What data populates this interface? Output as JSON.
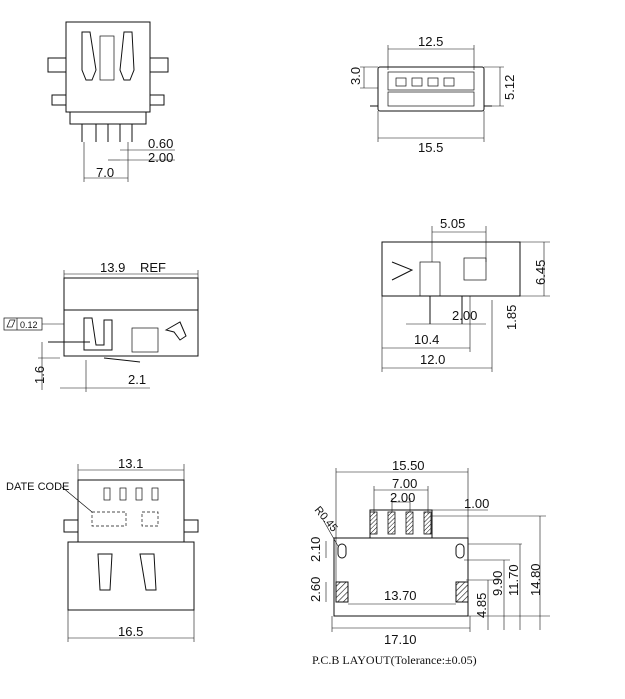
{
  "view1": {
    "pitch": "0.60",
    "pin_width": "2.00",
    "span": "7.0"
  },
  "view2": {
    "width": "12.5",
    "body_width": "15.5",
    "height_left": "3.0",
    "height_right": "5.12"
  },
  "view3": {
    "length_label": "13.9",
    "ref_label": "REF",
    "flatness": "0.12",
    "height": "1.6",
    "offset": "2.1"
  },
  "view4": {
    "top_span": "5.05",
    "height": "6.45",
    "pin_offset": "2.00",
    "stand": "1.85",
    "len1": "10.4",
    "len2": "12.0"
  },
  "view5": {
    "date_code_label": "DATE CODE",
    "top_width": "13.1",
    "bottom_width": "16.5"
  },
  "view6": {
    "outer_span": "15.50",
    "pin_span": "7.00",
    "pin_pitch": "2.00",
    "hole": "1.00",
    "radius": "R0.45",
    "slot_h": "2.10",
    "pad_h": "2.60",
    "inner_span": "13.70",
    "bottom_span": "17.10",
    "d1": "4.85",
    "d2": "9.90",
    "d3": "11.70",
    "d4": "14.80",
    "caption": "P.C.B LAYOUT(Tolerance:±0.05)"
  }
}
